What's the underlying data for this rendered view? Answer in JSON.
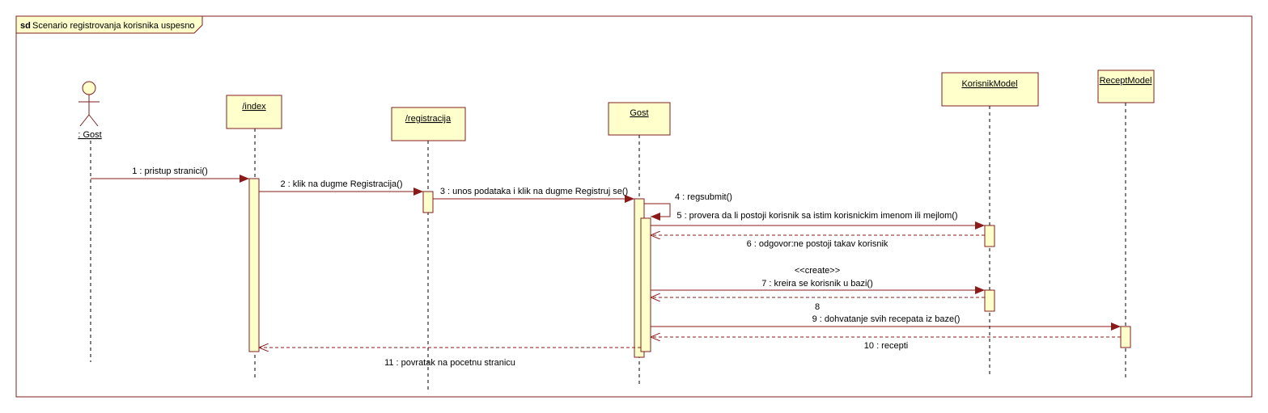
{
  "frame": {
    "keyword": "sd",
    "title": "Scenario registrovanja korisnika uspesno"
  },
  "colors": {
    "border": "#7f1f1f",
    "box_fill": "#ffffcc",
    "message": "#8b1a1a",
    "actor_fill": "#ffffcc"
  },
  "participants": [
    {
      "id": "gost_actor",
      "name": ": Gost",
      "kind": "actor"
    },
    {
      "id": "index",
      "name": "/index",
      "kind": "object"
    },
    {
      "id": "registracija",
      "name": "/registracija",
      "kind": "object"
    },
    {
      "id": "gost",
      "name": "Gost",
      "kind": "object"
    },
    {
      "id": "korisnik_model",
      "name": "KorisnikModel",
      "kind": "object"
    },
    {
      "id": "recept_model",
      "name": "ReceptModel",
      "kind": "object"
    }
  ],
  "messages": [
    {
      "label": "1 : pristup stranici()",
      "from": "gost_actor",
      "to": "index",
      "kind": "call"
    },
    {
      "label": "2 : klik na dugme Registracija()",
      "from": "index",
      "to": "registracija",
      "kind": "call"
    },
    {
      "label": "3 : unos podataka i klik na dugme Registruj se()",
      "from": "registracija",
      "to": "gost",
      "kind": "call"
    },
    {
      "label": "4 : regsubmit()",
      "from": "gost",
      "to": "gost",
      "kind": "self"
    },
    {
      "label": "5 : provera da li postoji korisnik sa istim korisnickim imenom ili mejlom()",
      "from": "gost",
      "to": "korisnik_model",
      "kind": "call"
    },
    {
      "label": "6 : odgovor:ne postoji takav korisnik",
      "from": "korisnik_model",
      "to": "gost",
      "kind": "return"
    },
    {
      "label": "7 : kreira se korisnik u bazi()",
      "stereotype": "<<create>>",
      "from": "gost",
      "to": "korisnik_model",
      "kind": "call"
    },
    {
      "label": "8",
      "from": "korisnik_model",
      "to": "gost",
      "kind": "return"
    },
    {
      "label": "9 : dohvatanje svih recepata iz baze()",
      "from": "gost",
      "to": "recept_model",
      "kind": "call"
    },
    {
      "label": "10 : recepti",
      "from": "recept_model",
      "to": "gost",
      "kind": "return"
    },
    {
      "label": "11 : povratak na pocetnu stranicu",
      "from": "gost",
      "to": "index",
      "kind": "return"
    }
  ]
}
